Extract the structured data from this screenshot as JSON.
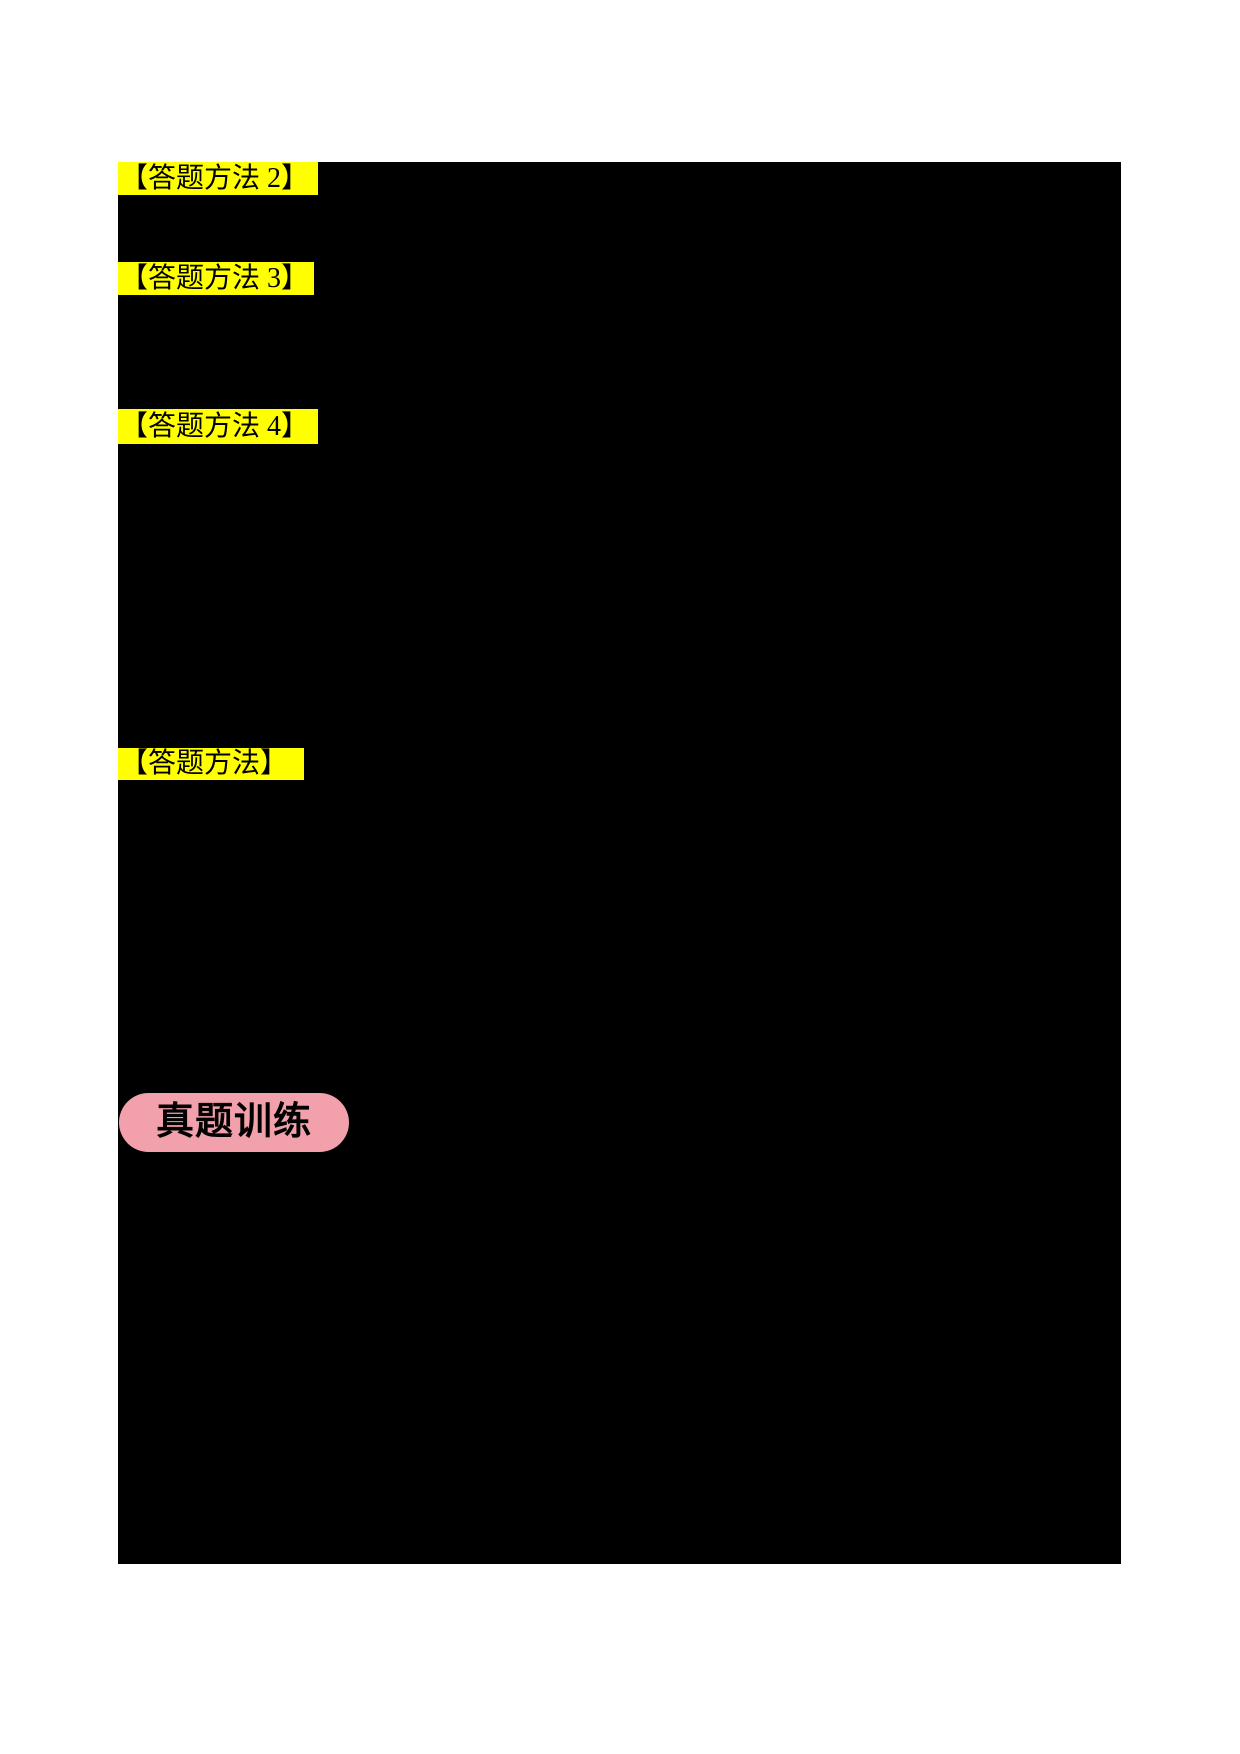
{
  "page": {
    "background_color": "#ffffff",
    "redaction_color": "#000000"
  },
  "labels": [
    {
      "text": "【答题方法 2】",
      "highlight_color": "#ffff00",
      "text_color": "#000000"
    },
    {
      "text": "【答题方法 3】",
      "highlight_color": "#ffff00",
      "text_color": "#000000"
    },
    {
      "text": "【答题方法 4】",
      "highlight_color": "#ffff00",
      "text_color": "#000000"
    },
    {
      "text": "【答题方法】",
      "highlight_color": "#ffff00",
      "text_color": "#000000"
    }
  ],
  "badge": {
    "text": "真题训练",
    "background_color": "#f2a1ac",
    "text_color": "#000000"
  }
}
